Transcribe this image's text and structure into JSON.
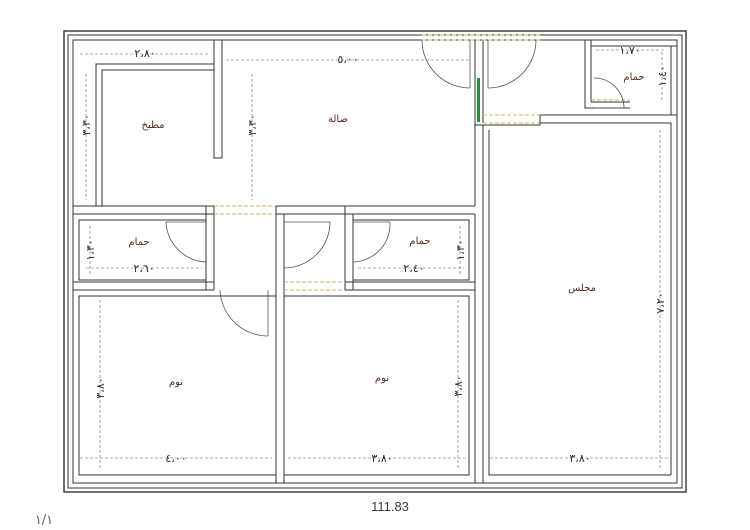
{
  "colors": {
    "wall": "#333333",
    "wall_fill": "#ffffff",
    "room_text": "#5a2a1a",
    "dimension": "#2a2a2a",
    "window": "#c8b860",
    "door_marker": "#2e8b3a"
  },
  "rooms": {
    "kitchen": "مطبخ",
    "hall": "صالة",
    "bath_top": "حمام",
    "bath_left": "حمام",
    "bath_right": "حمام",
    "majlis": "مجلس",
    "bedroom_left": "نوم",
    "bedroom_middle": "نوم"
  },
  "dimensions": {
    "kitchen_width": "٢،٨٠",
    "hall_width": "٥،٠٠",
    "bath_top_width": "١،٧٠",
    "bath_top_height": "١،٤٠",
    "kitchen_height": "٣،٣٠",
    "hall_height": "٣،٣٠",
    "bath_left_height": "١،٣٠",
    "bath_left_width": "٢،٦٠",
    "bath_right_height": "١،٣٠",
    "bath_right_width": "٢،٤٠",
    "majlis_height": "٧،٢٠",
    "bedroom_left_height": "٣،٨٠",
    "bedroom_middle_height": "٣،٨٠",
    "bedroom_left_width": "٤،٠٠",
    "bedroom_middle_width": "٣،٨٠",
    "majlis_width": "٣،٨٠"
  },
  "footer": {
    "total_area": "111.83",
    "sheet_number": "١/١"
  }
}
